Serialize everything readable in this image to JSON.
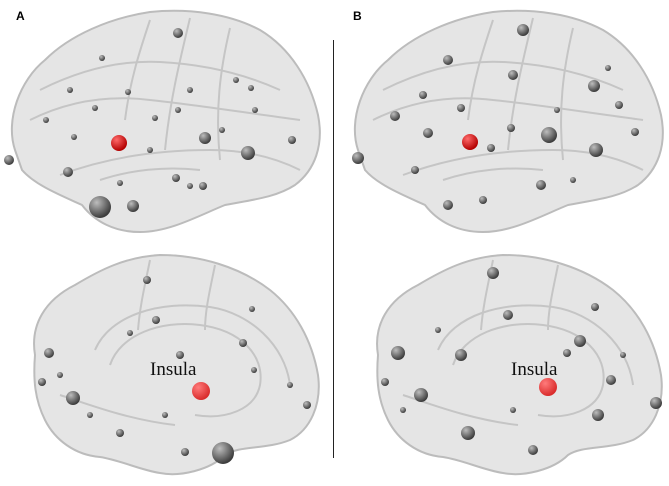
{
  "figure": {
    "panels": [
      {
        "label": "A",
        "views": [
          {
            "view": "lateral"
          },
          {
            "view": "medial",
            "roi_label": "Insula"
          }
        ]
      },
      {
        "label": "B",
        "views": [
          {
            "view": "lateral"
          },
          {
            "view": "medial",
            "roi_label": "Insula"
          }
        ]
      }
    ]
  },
  "colors": {
    "brain_fill": "#e3e3e3",
    "brain_outline": "#b5b5b5",
    "gyrus_line": "#c2c2c2",
    "node_gray": "#6b6b6b",
    "roi_red": "#e02424",
    "divider": "#222222"
  }
}
